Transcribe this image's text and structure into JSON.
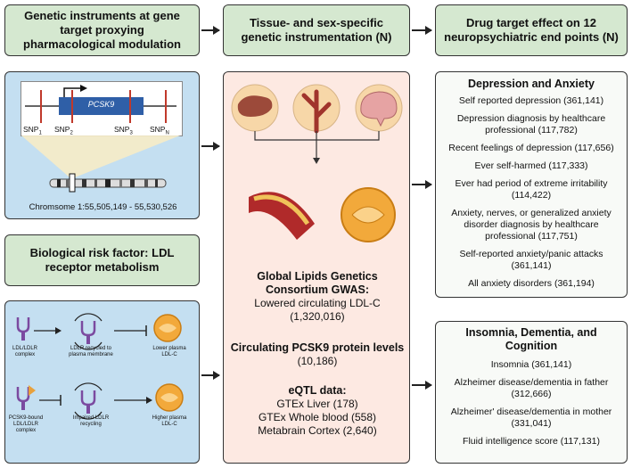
{
  "headers": {
    "left": "Genetic instruments at gene target proxying pharmacological modulation",
    "middle": "Tissue- and sex-specific genetic instrumentation (N)",
    "right": "Drug target effect on 12 neuropsychiatric end points (N)"
  },
  "gene_panel": {
    "gene": "PCSK9",
    "snps": [
      "SNP",
      "SNP",
      "SNP",
      "SNP"
    ],
    "snp_subs": [
      "1",
      "2",
      "3",
      "N"
    ],
    "chromosome": "Chromsome 1:55,505,149 - 55,530,526"
  },
  "risk_factor": {
    "title": "Biological risk factor: LDL receptor metabolism"
  },
  "mechanism": {
    "row1": [
      "LDL/LDLR complex",
      "LDLR recycled to plasma membrane",
      "Lower plasma LDL-C"
    ],
    "row2": [
      "PCSK9-bound LDL/LDLR complex",
      "Impaired LDLR recycling",
      "Higher plasma LDL-C"
    ]
  },
  "middle": {
    "gwas_title": "Global Lipids Genetics Consortium GWAS:",
    "gwas_line1": "Lowered circulating LDL-C",
    "gwas_line2": "(1,320,016)",
    "pcsk9_title": "Circulating PCSK9 protein levels",
    "pcsk9_value": "(10,186)",
    "eqtl_title": "eQTL data:",
    "eqtl_items": [
      "GTEx Liver (178)",
      "GTEx Whole blood (558)",
      "Metabrain Cortex (2,640)"
    ]
  },
  "depression": {
    "title": "Depression and Anxiety",
    "items": [
      "Self reported depression (361,141)",
      "Depression diagnosis by healthcare professional (117,782)",
      "Recent feelings of depression (117,656)",
      "Ever self-harmed (117,333)",
      "Ever had period of extreme irritability (114,422)",
      "Anxiety, nerves, or generalized anxiety disorder diagnosis by healthcare professional (117,751)",
      "Self-reported anxiety/panic attacks (361,141)",
      "All anxiety disorders (361,194)"
    ]
  },
  "insomnia": {
    "title": "Insomnia, Dementia, and Cognition",
    "items": [
      "Insomnia (361,141)",
      "Alzheimer disease/dementia in father (312,666)",
      "Alzheimer' disease/dementia in mother (331,041)",
      "Fluid intelligence score (117,131)"
    ]
  },
  "colors": {
    "green": "#d5e8d0",
    "blue": "#c4dff1",
    "peach": "#fde9e2",
    "gene_bar": "#2f5fa7",
    "snp": "#c0392b"
  }
}
